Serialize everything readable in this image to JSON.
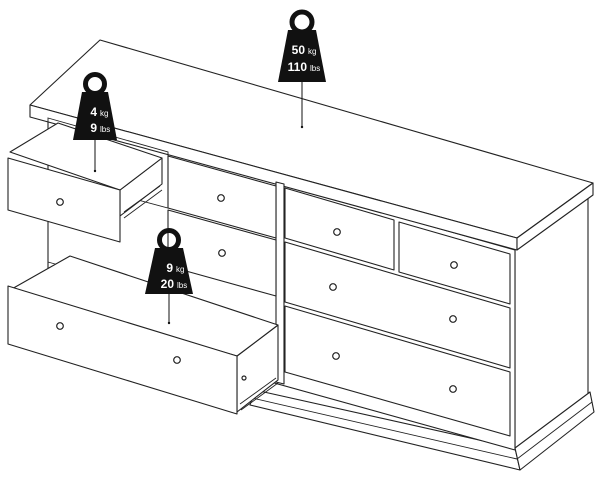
{
  "weights": {
    "top": {
      "kg_value": "50",
      "kg_unit": "kg",
      "lbs_value": "110",
      "lbs_unit": "lbs"
    },
    "small_drawer": {
      "kg_value": "4",
      "kg_unit": "kg",
      "lbs_value": "9",
      "lbs_unit": "lbs"
    },
    "large_drawer": {
      "kg_value": "9",
      "kg_unit": "kg",
      "lbs_value": "20",
      "lbs_unit": "lbs"
    }
  },
  "colors": {
    "line": "#222222",
    "weight_icon": "#111111",
    "background": "#ffffff"
  }
}
